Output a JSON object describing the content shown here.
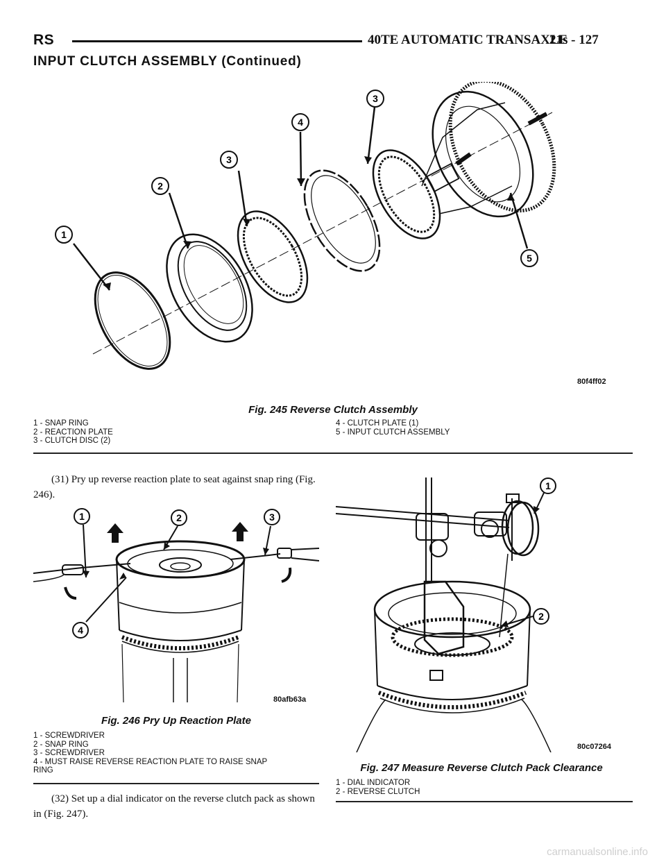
{
  "header": {
    "left": "RS",
    "title": "40TE AUTOMATIC TRANSAXLE",
    "page": "21s - 127"
  },
  "section_title": "INPUT CLUTCH ASSEMBLY (Continued)",
  "fig245": {
    "callouts": [
      "1",
      "2",
      "3",
      "4",
      "3",
      "5"
    ],
    "code": "80f4ff02",
    "caption": "Fig. 245 Reverse Clutch Assembly",
    "legend_left": "1 - SNAP RING\n2 - REACTION PLATE\n3 - CLUTCH DISC (2)",
    "legend_right": "4 - CLUTCH PLATE (1)\n5 - INPUT CLUTCH ASSEMBLY"
  },
  "para31": "(31) Pry up reverse reaction plate to seat against snap ring (Fig. 246).",
  "fig246": {
    "callouts": [
      "1",
      "2",
      "3",
      "4"
    ],
    "code": "80afb63a",
    "caption": "Fig. 246 Pry Up Reaction Plate",
    "legend": "1 - SCREWDRIVER\n2 - SNAP RING\n3 - SCREWDRIVER\n4 - MUST RAISE REVERSE REACTION PLATE TO RAISE SNAP\nRING"
  },
  "para32": "(32) Set up a dial indicator on the reverse clutch pack as shown in (Fig. 247).",
  "fig247": {
    "callouts": [
      "1",
      "2"
    ],
    "code": "80c07264",
    "caption": "Fig. 247 Measure Reverse Clutch Pack Clearance",
    "legend": "1 - DIAL INDICATOR\n2 - REVERSE CLUTCH"
  },
  "watermark": "carmanualsonline.info"
}
